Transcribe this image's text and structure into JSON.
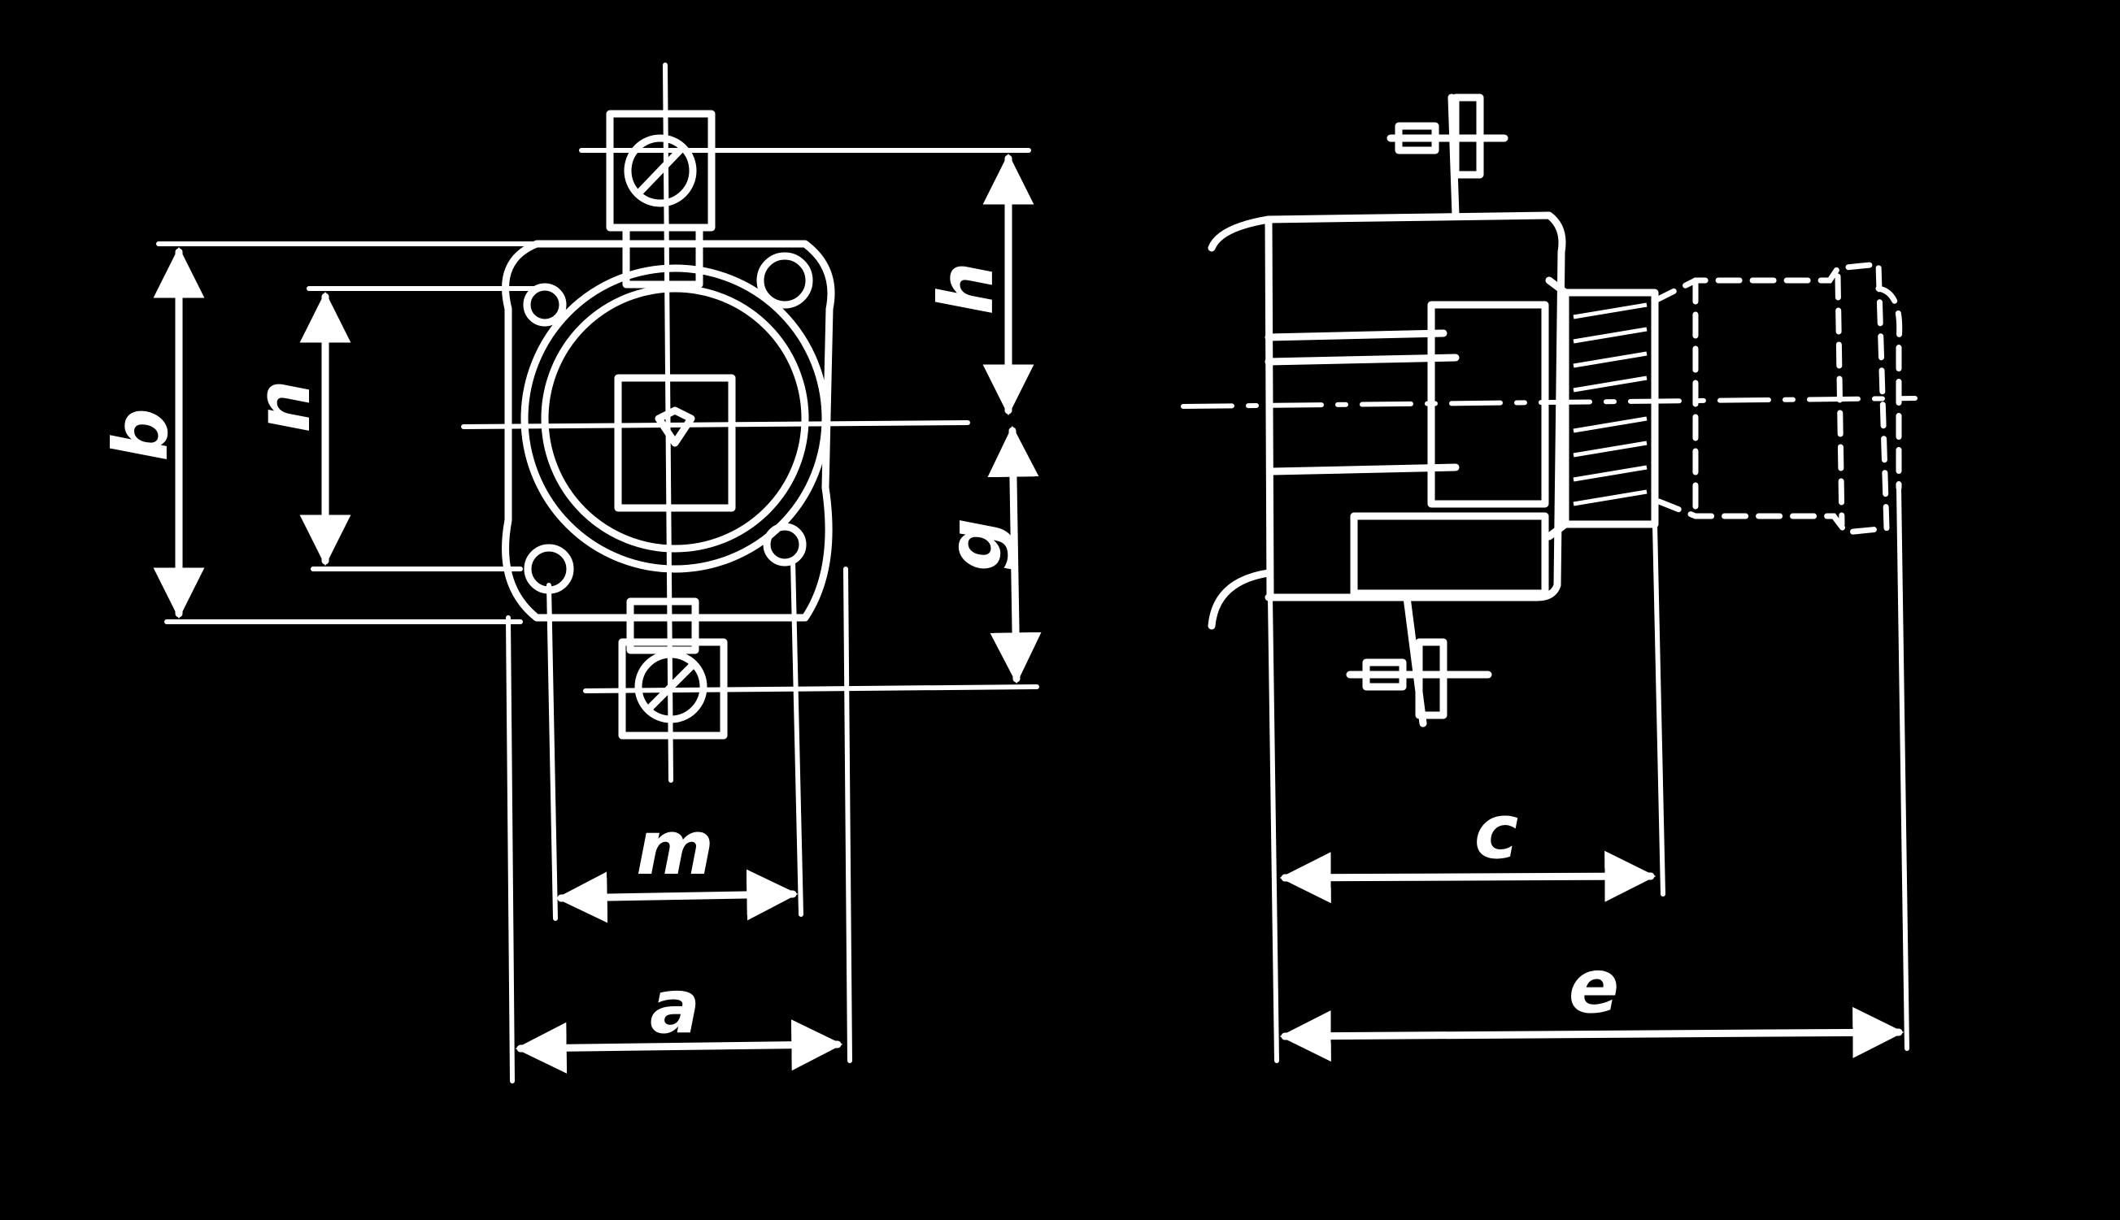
{
  "colors": {
    "background": "#000000",
    "line": "#ffffff"
  },
  "front_view": {
    "labels": {
      "b": "b",
      "n": "n",
      "h": "h",
      "g": "g",
      "m": "m",
      "a": "a"
    }
  },
  "side_view": {
    "labels": {
      "c": "c",
      "e": "e"
    }
  }
}
